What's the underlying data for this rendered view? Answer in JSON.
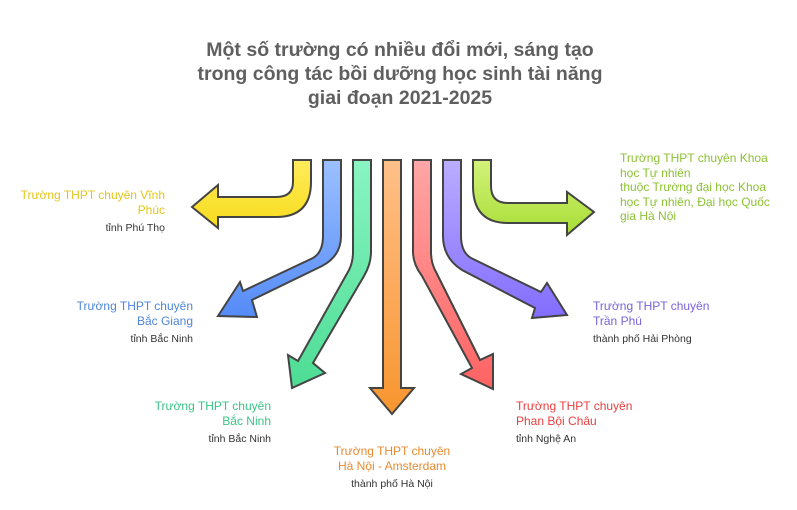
{
  "title": {
    "lines": [
      "Một số trường có nhiều đổi mới, sáng tạo",
      "trong công tác bồi dưỡng học sinh tài năng",
      "giai đoạn 2021-2025"
    ],
    "color": "#5f5f5f"
  },
  "arrows": [
    {
      "id": "vinh-phuc",
      "color_top": "#ffe94d",
      "color_bottom": "#f7dc1a",
      "direction": "left"
    },
    {
      "id": "bac-giang",
      "color_top": "#94b9ff",
      "color_bottom": "#5b8ff5",
      "direction": "down-left"
    },
    {
      "id": "bac-ninh",
      "color_top": "#84f2bd",
      "color_bottom": "#4fdd96",
      "direction": "down-left"
    },
    {
      "id": "ha-noi-amsterdam",
      "color_top": "#ffbd80",
      "color_bottom": "#f9973a",
      "direction": "down"
    },
    {
      "id": "phan-boi-chau",
      "color_top": "#ff9f9f",
      "color_bottom": "#ff6464",
      "direction": "down-right"
    },
    {
      "id": "tran-phu",
      "color_top": "#b5a6ff",
      "color_bottom": "#8470ff",
      "direction": "down-right"
    },
    {
      "id": "khtn",
      "color_top": "#cdf071",
      "color_bottom": "#aadf3a",
      "direction": "right"
    }
  ],
  "schools": [
    {
      "name_lines": [
        "Trường THPT chuyên Vĩnh",
        "Phúc"
      ],
      "location": "tỉnh Phú Thọ",
      "color": "#e3c51b"
    },
    {
      "name_lines": [
        "Trường THPT chuyên",
        "Bắc Giang"
      ],
      "location": "tỉnh Bắc Ninh",
      "color": "#4f86d9"
    },
    {
      "name_lines": [
        "Trường THPT chuyên",
        "Bắc Ninh"
      ],
      "location": "tỉnh Bắc Ninh",
      "color": "#3cc486"
    },
    {
      "name_lines": [
        "Trường THPT chuyên",
        "Hà Nội - Amsterdam"
      ],
      "location": "thành phố Hà Nội",
      "color": "#e88a30"
    },
    {
      "name_lines": [
        "Trường THPT chuyên",
        "Phan Bội Châu"
      ],
      "location": "tỉnh Nghệ An",
      "color": "#e83f3f"
    },
    {
      "name_lines": [
        "Trường THPT chuyên",
        "Trần Phú"
      ],
      "location": "thành phố Hải Phòng",
      "color": "#7a63d9"
    },
    {
      "name_lines": [
        "Trường THPT chuyên Khoa",
        "học Tự nhiên",
        "thuộc Trường đại học Khoa",
        "học Tự nhiên, Đại học Quốc",
        "gia Hà Nội"
      ],
      "location": "",
      "color": "#8cc232"
    }
  ]
}
